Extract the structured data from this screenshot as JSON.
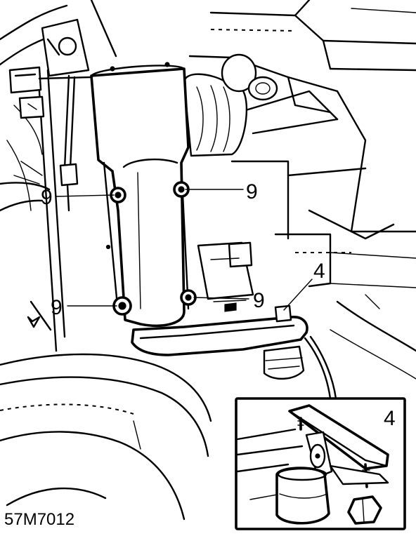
{
  "figure": {
    "reference_code": "57M7012"
  },
  "callouts": {
    "bolt_top_left": "9",
    "bolt_top_right": "9",
    "bolt_bottom_left": "9",
    "bolt_bottom_right": "9",
    "mounting_bracket": "4",
    "inset_bracket": "4"
  }
}
